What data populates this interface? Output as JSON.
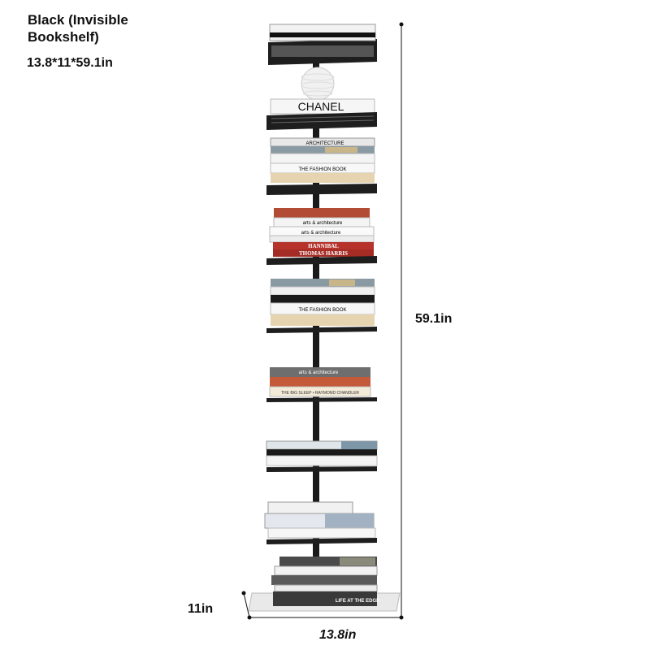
{
  "product": {
    "title": "Black (Invisible Bookshelf)",
    "dimensions": "13.8*11*59.1in"
  },
  "measurements": {
    "height": "59.1in",
    "depth": "11in",
    "width": "13.8in"
  },
  "colors": {
    "frame": "#1a1a1a",
    "shelf": "#222222",
    "accent_red": "#b5332b",
    "accent_orange": "#c55a3a"
  },
  "book_titles": {
    "chanel": "CHANEL",
    "architecture": "ARCHITECTURE",
    "fashion_book": "THE FASHION BOOK",
    "arts_architecture": "arts & architecture",
    "hannibal": "HANNIBAL",
    "thomas_harris": "THOMAS HARRIS",
    "big_sleep": "THE BIG SLEEP • RAYMOND CHANDLER",
    "life_edge": "LIFE AT THE EDGE"
  }
}
